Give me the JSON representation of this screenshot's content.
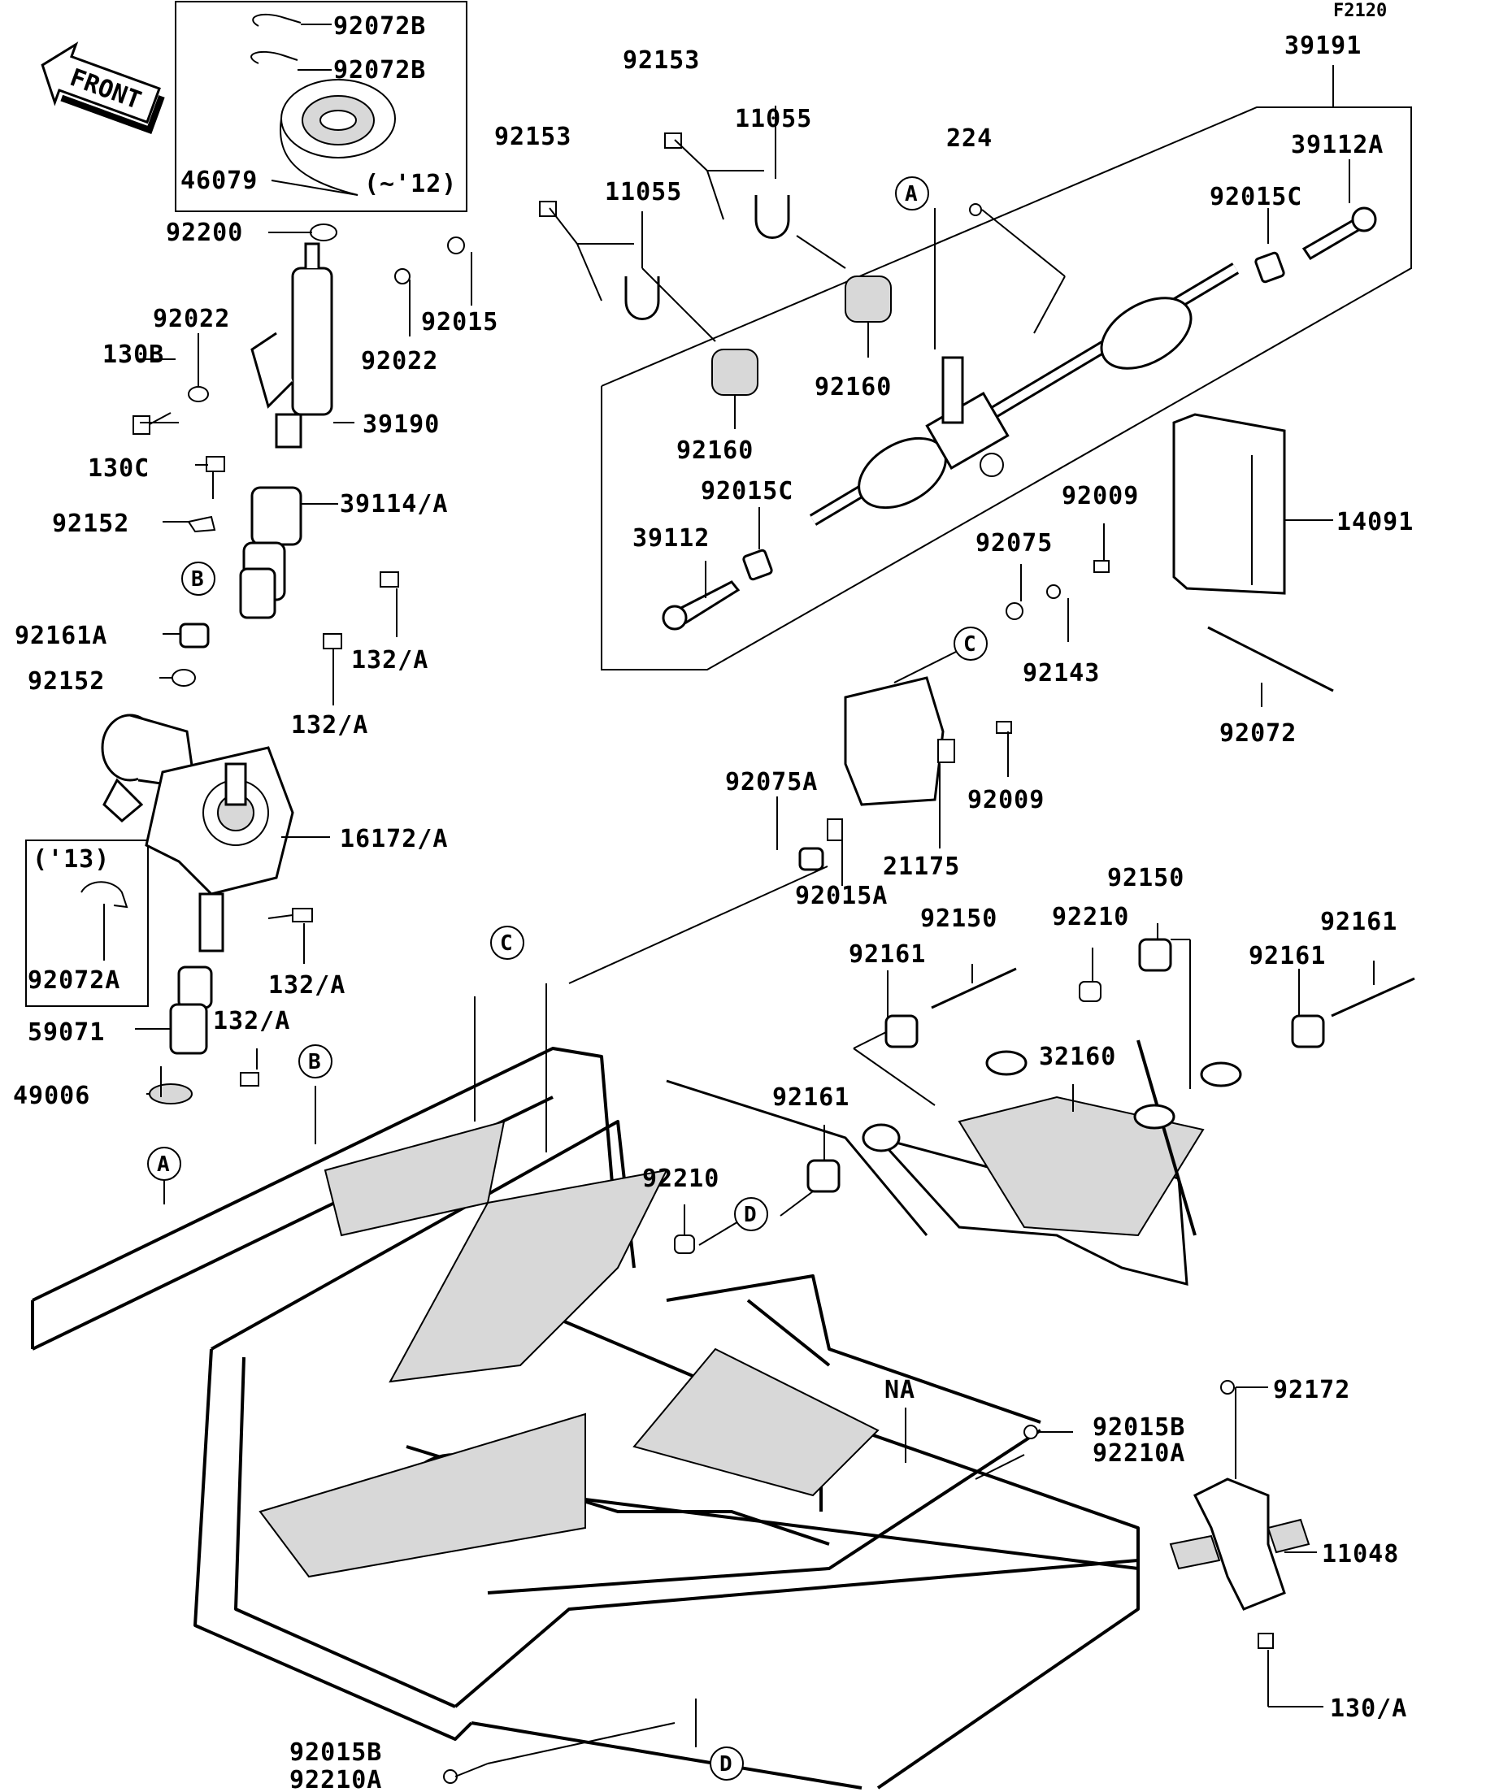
{
  "page_number": "F2120",
  "front_label": "FRONT",
  "inset_note_12": "(~'12)",
  "inset_note_13": "('13)",
  "labels": [
    {
      "id": "p92072B_1",
      "text": "92072B"
    },
    {
      "id": "p92072B_2",
      "text": "92072B"
    },
    {
      "id": "p46079",
      "text": "46079"
    },
    {
      "id": "p92200",
      "text": "92200"
    },
    {
      "id": "p92022_a",
      "text": "92022"
    },
    {
      "id": "p130B",
      "text": "130B"
    },
    {
      "id": "p92015",
      "text": "92015"
    },
    {
      "id": "p92022_b",
      "text": "92022"
    },
    {
      "id": "p39190",
      "text": "39190"
    },
    {
      "id": "p130C",
      "text": "130C"
    },
    {
      "id": "p39114A",
      "text": "39114/A"
    },
    {
      "id": "p92152_a",
      "text": "92152"
    },
    {
      "id": "p92161A",
      "text": "92161A"
    },
    {
      "id": "p92152_b",
      "text": "92152"
    },
    {
      "id": "p132A_1",
      "text": "132/A"
    },
    {
      "id": "p132A_2",
      "text": "132/A"
    },
    {
      "id": "p16172A",
      "text": "16172/A"
    },
    {
      "id": "p92072A",
      "text": "92072A"
    },
    {
      "id": "p132A_3",
      "text": "132/A"
    },
    {
      "id": "p59071",
      "text": "59071"
    },
    {
      "id": "p132A_4",
      "text": "132/A"
    },
    {
      "id": "p49006",
      "text": "49006"
    },
    {
      "id": "p92153_a",
      "text": "92153"
    },
    {
      "id": "p11055_a",
      "text": "11055"
    },
    {
      "id": "p92153_b",
      "text": "92153"
    },
    {
      "id": "p11055_b",
      "text": "11055"
    },
    {
      "id": "p39191",
      "text": "39191"
    },
    {
      "id": "p224",
      "text": "224"
    },
    {
      "id": "p39112A",
      "text": "39112A"
    },
    {
      "id": "p92015C_a",
      "text": "92015C"
    },
    {
      "id": "p92160_a",
      "text": "92160"
    },
    {
      "id": "p92160_b",
      "text": "92160"
    },
    {
      "id": "p92015C_b",
      "text": "92015C"
    },
    {
      "id": "p39112",
      "text": "39112"
    },
    {
      "id": "p92009_a",
      "text": "92009"
    },
    {
      "id": "p92075",
      "text": "92075"
    },
    {
      "id": "p14091",
      "text": "14091"
    },
    {
      "id": "p92143",
      "text": "92143"
    },
    {
      "id": "p92072",
      "text": "92072"
    },
    {
      "id": "p92075A",
      "text": "92075A"
    },
    {
      "id": "p92009_b",
      "text": "92009"
    },
    {
      "id": "p21175",
      "text": "21175"
    },
    {
      "id": "p92015A",
      "text": "92015A"
    },
    {
      "id": "p92161_a",
      "text": "92161"
    },
    {
      "id": "p92150_a",
      "text": "92150"
    },
    {
      "id": "p92210_a",
      "text": "92210"
    },
    {
      "id": "p92150_b",
      "text": "92150"
    },
    {
      "id": "p92161_b",
      "text": "92161"
    },
    {
      "id": "p92161_c",
      "text": "92161"
    },
    {
      "id": "p32160",
      "text": "32160"
    },
    {
      "id": "p92161_d",
      "text": "92161"
    },
    {
      "id": "p92210_b",
      "text": "92210"
    },
    {
      "id": "pNA",
      "text": "NA"
    },
    {
      "id": "p92172",
      "text": "92172"
    },
    {
      "id": "p92015B_a",
      "text": "92015B"
    },
    {
      "id": "p92210A_a",
      "text": "92210A"
    },
    {
      "id": "p11048",
      "text": "11048"
    },
    {
      "id": "p130A",
      "text": "130/A"
    },
    {
      "id": "p92015B_b",
      "text": "92015B"
    },
    {
      "id": "p92210A_b",
      "text": "92210A"
    }
  ],
  "reference_markers": [
    {
      "id": "mA_top",
      "text": "A"
    },
    {
      "id": "mB_left",
      "text": "B"
    },
    {
      "id": "mC_mid",
      "text": "C"
    },
    {
      "id": "mC_frame",
      "text": "C"
    },
    {
      "id": "mB_frame",
      "text": "B"
    },
    {
      "id": "mA_bottom",
      "text": "A"
    },
    {
      "id": "mD_mid",
      "text": "D"
    },
    {
      "id": "mD_bottom",
      "text": "D"
    }
  ]
}
